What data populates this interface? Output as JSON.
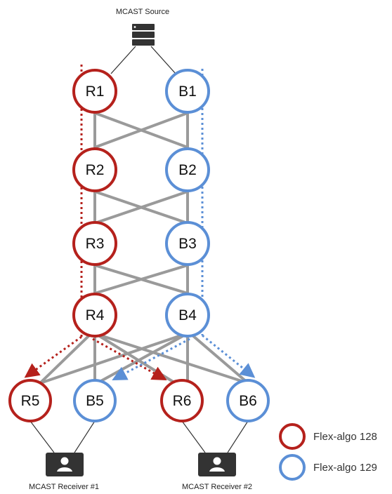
{
  "source": {
    "label": "MCAST Source",
    "icon": "server-icon"
  },
  "nodes": [
    {
      "id": "R1",
      "label": "R1",
      "algo": "red"
    },
    {
      "id": "B1",
      "label": "B1",
      "algo": "blue"
    },
    {
      "id": "R2",
      "label": "R2",
      "algo": "red"
    },
    {
      "id": "B2",
      "label": "B2",
      "algo": "blue"
    },
    {
      "id": "R3",
      "label": "R3",
      "algo": "red"
    },
    {
      "id": "B3",
      "label": "B3",
      "algo": "blue"
    },
    {
      "id": "R4",
      "label": "R4",
      "algo": "red"
    },
    {
      "id": "B4",
      "label": "B4",
      "algo": "blue"
    },
    {
      "id": "R5",
      "label": "R5",
      "algo": "red"
    },
    {
      "id": "B5",
      "label": "B5",
      "algo": "blue"
    },
    {
      "id": "R6",
      "label": "R6",
      "algo": "red"
    },
    {
      "id": "B6",
      "label": "B6",
      "algo": "blue"
    }
  ],
  "receivers": [
    {
      "id": "recv1",
      "label": "MCAST Receiver #1",
      "icon": "user-icon"
    },
    {
      "id": "recv2",
      "label": "MCAST Receiver #2",
      "icon": "user-icon"
    }
  ],
  "legend": [
    {
      "algo": "red",
      "label": "Flex-algo 128"
    },
    {
      "algo": "blue",
      "label": "Flex-algo 129"
    }
  ],
  "colors": {
    "red": "#b5211c",
    "blue": "#5b8fd6",
    "link": "#9a9a9a",
    "icon": "#333333",
    "thin_line": "#333333"
  }
}
